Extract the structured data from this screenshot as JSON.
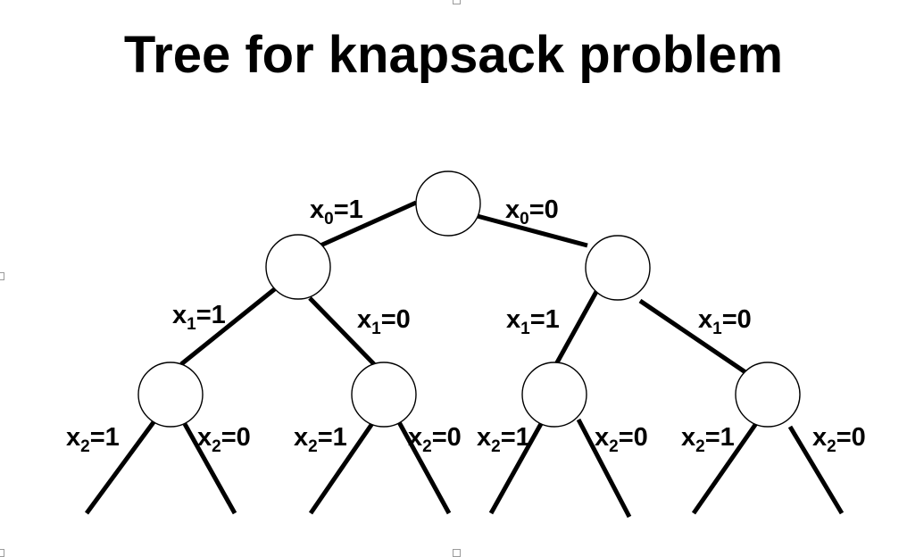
{
  "title": "Tree for knapsack problem",
  "labels": {
    "root_left": {
      "var": "x",
      "sub": "0",
      "val": "=1"
    },
    "root_right": {
      "var": "x",
      "sub": "0",
      "val": "=0"
    },
    "l_left": {
      "var": "x",
      "sub": "1",
      "val": "=1"
    },
    "l_right": {
      "var": "x",
      "sub": "1",
      "val": "=0"
    },
    "r_left": {
      "var": "x",
      "sub": "1",
      "val": "=1"
    },
    "r_right": {
      "var": "x",
      "sub": "1",
      "val": "=0"
    },
    "ll_left": {
      "var": "x",
      "sub": "2",
      "val": "=1"
    },
    "ll_right": {
      "var": "x",
      "sub": "2",
      "val": "=0"
    },
    "lr_left": {
      "var": "x",
      "sub": "2",
      "val": "=1"
    },
    "lr_right": {
      "var": "x",
      "sub": "2",
      "val": "=0"
    },
    "rl_left": {
      "var": "x",
      "sub": "2",
      "val": "=1"
    },
    "rl_right": {
      "var": "x",
      "sub": "2",
      "val": "=0"
    },
    "rr_left": {
      "var": "x",
      "sub": "2",
      "val": "=1"
    },
    "rr_right": {
      "var": "x",
      "sub": "2",
      "val": "=0"
    }
  }
}
